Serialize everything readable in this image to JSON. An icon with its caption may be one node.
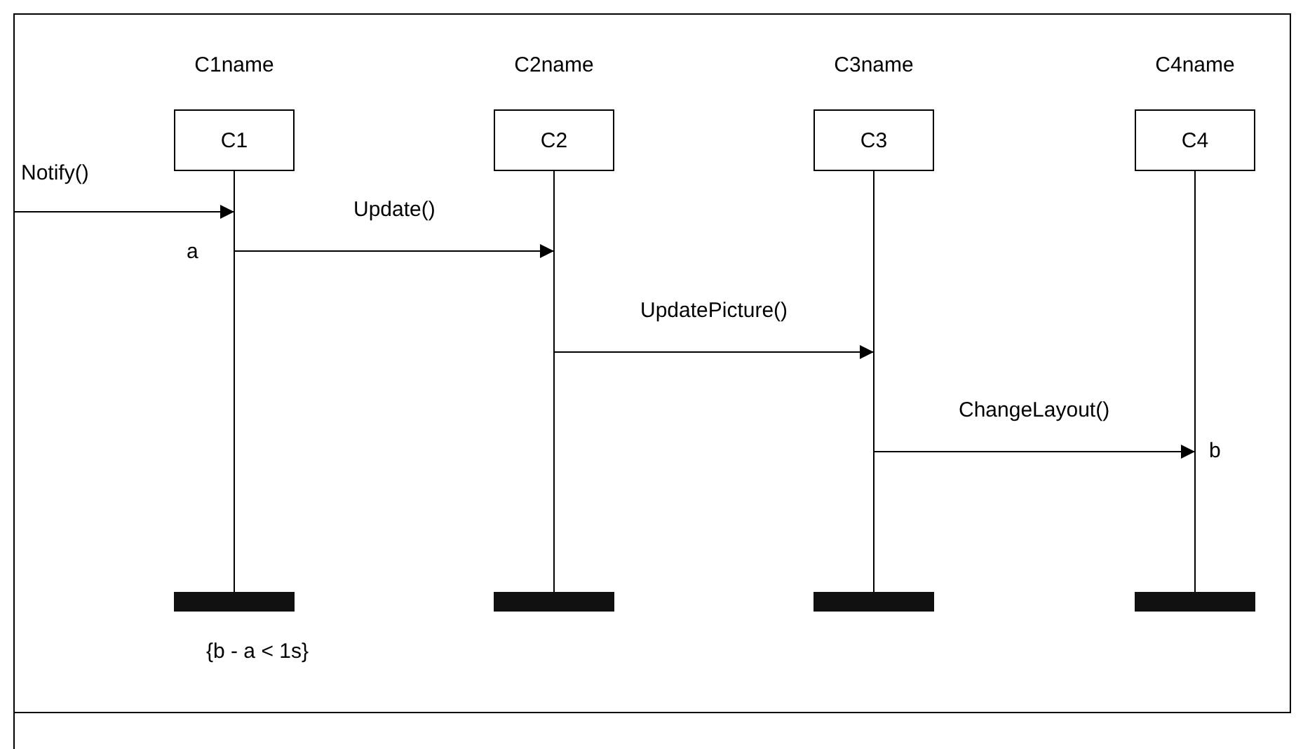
{
  "diagram": {
    "nodes": [
      {
        "text": [
          "C1name",
          "C1"
        ]
      },
      {
        "text": [
          "C2name",
          "C2"
        ]
      },
      {
        "text": [
          "C3name",
          "C3"
        ]
      },
      {
        "text": [
          "C4name",
          "C4"
        ]
      }
    ],
    "edges": [
      {
        "from": null,
        "to": 0,
        "arrow": "to",
        "label": "Notify()"
      },
      {
        "from": 0,
        "to": 1,
        "arrow": "to",
        "label": "Update()"
      },
      {
        "from": 1,
        "to": 2,
        "arrow": "to",
        "label": "UpdatePicture()"
      },
      {
        "from": 2,
        "to": 3,
        "arrow": "to",
        "label": "ChangeLayout()"
      }
    ],
    "labels": [
      "a",
      "b",
      "{b - a < 1s}"
    ]
  }
}
